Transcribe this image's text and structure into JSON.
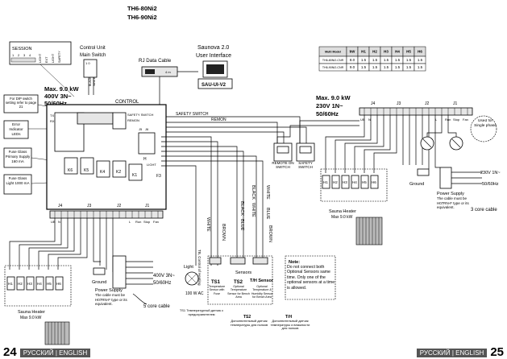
{
  "header": {
    "model1": "TH6-80Ni2",
    "model2": "TH6-90Ni2"
  },
  "session": {
    "label": "SESSION",
    "nums": [
      "1",
      "2",
      "3",
      "4"
    ],
    "dip": [
      "LIGHT",
      "EXT",
      "LIGHT",
      "SAFETY"
    ]
  },
  "control_main": {
    "line1": "Control Unit",
    "line2": "Main Switch",
    "pins": "1  0"
  },
  "rj": {
    "label": "RJ Data Cable",
    "right": "4 m"
  },
  "saunova": {
    "line1": "Saunova 2.0",
    "line2": "User Interface",
    "model": "SAU-UI-V2"
  },
  "left_supply": {
    "power": "Max. 9.0 kW",
    "voltage": "400V 3N~",
    "freq": "50/60Hz"
  },
  "right_supply": {
    "power": "Max. 9.0 kW",
    "voltage": "230V 1N~",
    "freq": "50/60Hz"
  },
  "notes": {
    "dip": "For DIP switch setting refer to page 21",
    "error": "Error Indicator LEDs",
    "fuse1": "Fuse Glass Primary Supply 160 mA",
    "fuse2": "Fuse Glass Light 1000 mA"
  },
  "board": {
    "control": "CONTROL",
    "safety_switch": "SAFETY SWITCH",
    "remon": "REMON",
    "tx": "TX",
    "rx": "RX",
    "j5": "J5",
    "j6": "J6",
    "relays": [
      "K6",
      "K5",
      "K4",
      "K2",
      "K1"
    ],
    "f3": "F3",
    "h": "H",
    "light": "LIGHT",
    "j4": "J4",
    "j3": "J3",
    "j2": "J2",
    "j1": "J1",
    "ub": "UB",
    "n": "N",
    "l": "L",
    "run": "Run",
    "stop": "Stop",
    "fan": "Fan"
  },
  "cables": {
    "white": "WHITE",
    "black": "BLACK",
    "brown": "BROWN",
    "blue": "BLUE"
  },
  "bus": {
    "safety": "SAFETY SWITCH",
    "remon": "REMON"
  },
  "switches": {
    "remote": "REMOTE ON SWITCH",
    "safety": "SAFETY SWITCH"
  },
  "table": {
    "headers": [
      "Multi Model",
      "kW",
      "H1",
      "H2",
      "H3",
      "H4",
      "H5",
      "H6"
    ],
    "rows": [
      [
        "TH6-80Ni2-CNR",
        "8.0",
        "1.5",
        "1.5",
        "1.5",
        "1.5",
        "1.5",
        "1.5"
      ],
      [
        "TH6-90Ni2-CNR",
        "9.0",
        "1.5",
        "1.5",
        "1.5",
        "1.5",
        "1.5",
        "1.5"
      ]
    ]
  },
  "heaters": [
    "H1",
    "H2",
    "H3",
    "H4",
    "H5",
    "H6"
  ],
  "heater_left": {
    "line1": "Sauna Heater",
    "line2": "Max 9.0 kW"
  },
  "heater_right": {
    "line1": "Sauna Heater",
    "line2": "Max 9.0 kW"
  },
  "ground": "Ground",
  "power_left": {
    "title": "Power Supply",
    "desc": "The cable must be H07RN-F type or its equivalent.",
    "cable": "5 core cable",
    "voltage": "400V 3N~",
    "freq": "50/60Hz"
  },
  "power_right": {
    "title": "Power Supply",
    "desc": "The cable must be H07RN-F type or its equivalent.",
    "cable": "3 core cable",
    "voltage": "230V 1N~",
    "freq": "50/60Hz"
  },
  "single_phase": "Used for Single phase",
  "light": {
    "label": "Light",
    "spec": "100 W AC",
    "control": "TB, Control of Heating"
  },
  "sensors": {
    "title": "Sensors",
    "ts1": "TS1",
    "ts1_desc": "Temperature Sensor with Fuse",
    "ts2": "TS2",
    "ts2_desc": "Optional Temperature Sensor for Bench Area",
    "th": "T/H Sensor",
    "th_desc": "Optional Temperature & Humidity Sensor for Bench Area"
  },
  "note": {
    "title": "Note:",
    "text": "Do not connect both Optional Sensors same time. Only one of the optional sensors at a time is allowed."
  },
  "ru": {
    "ts1": "TS1 Температурный датчик с предохранителем",
    "ts2_t": "TS2",
    "ts2": "Дополнительный датчик температуры для полков",
    "th_t": "T/H",
    "th": "Дополнительный датчик температуры и влажности для полков"
  },
  "footer": {
    "left_page": "24",
    "right_page": "25",
    "langs": "РУССКИЙ | ENGLISH"
  }
}
